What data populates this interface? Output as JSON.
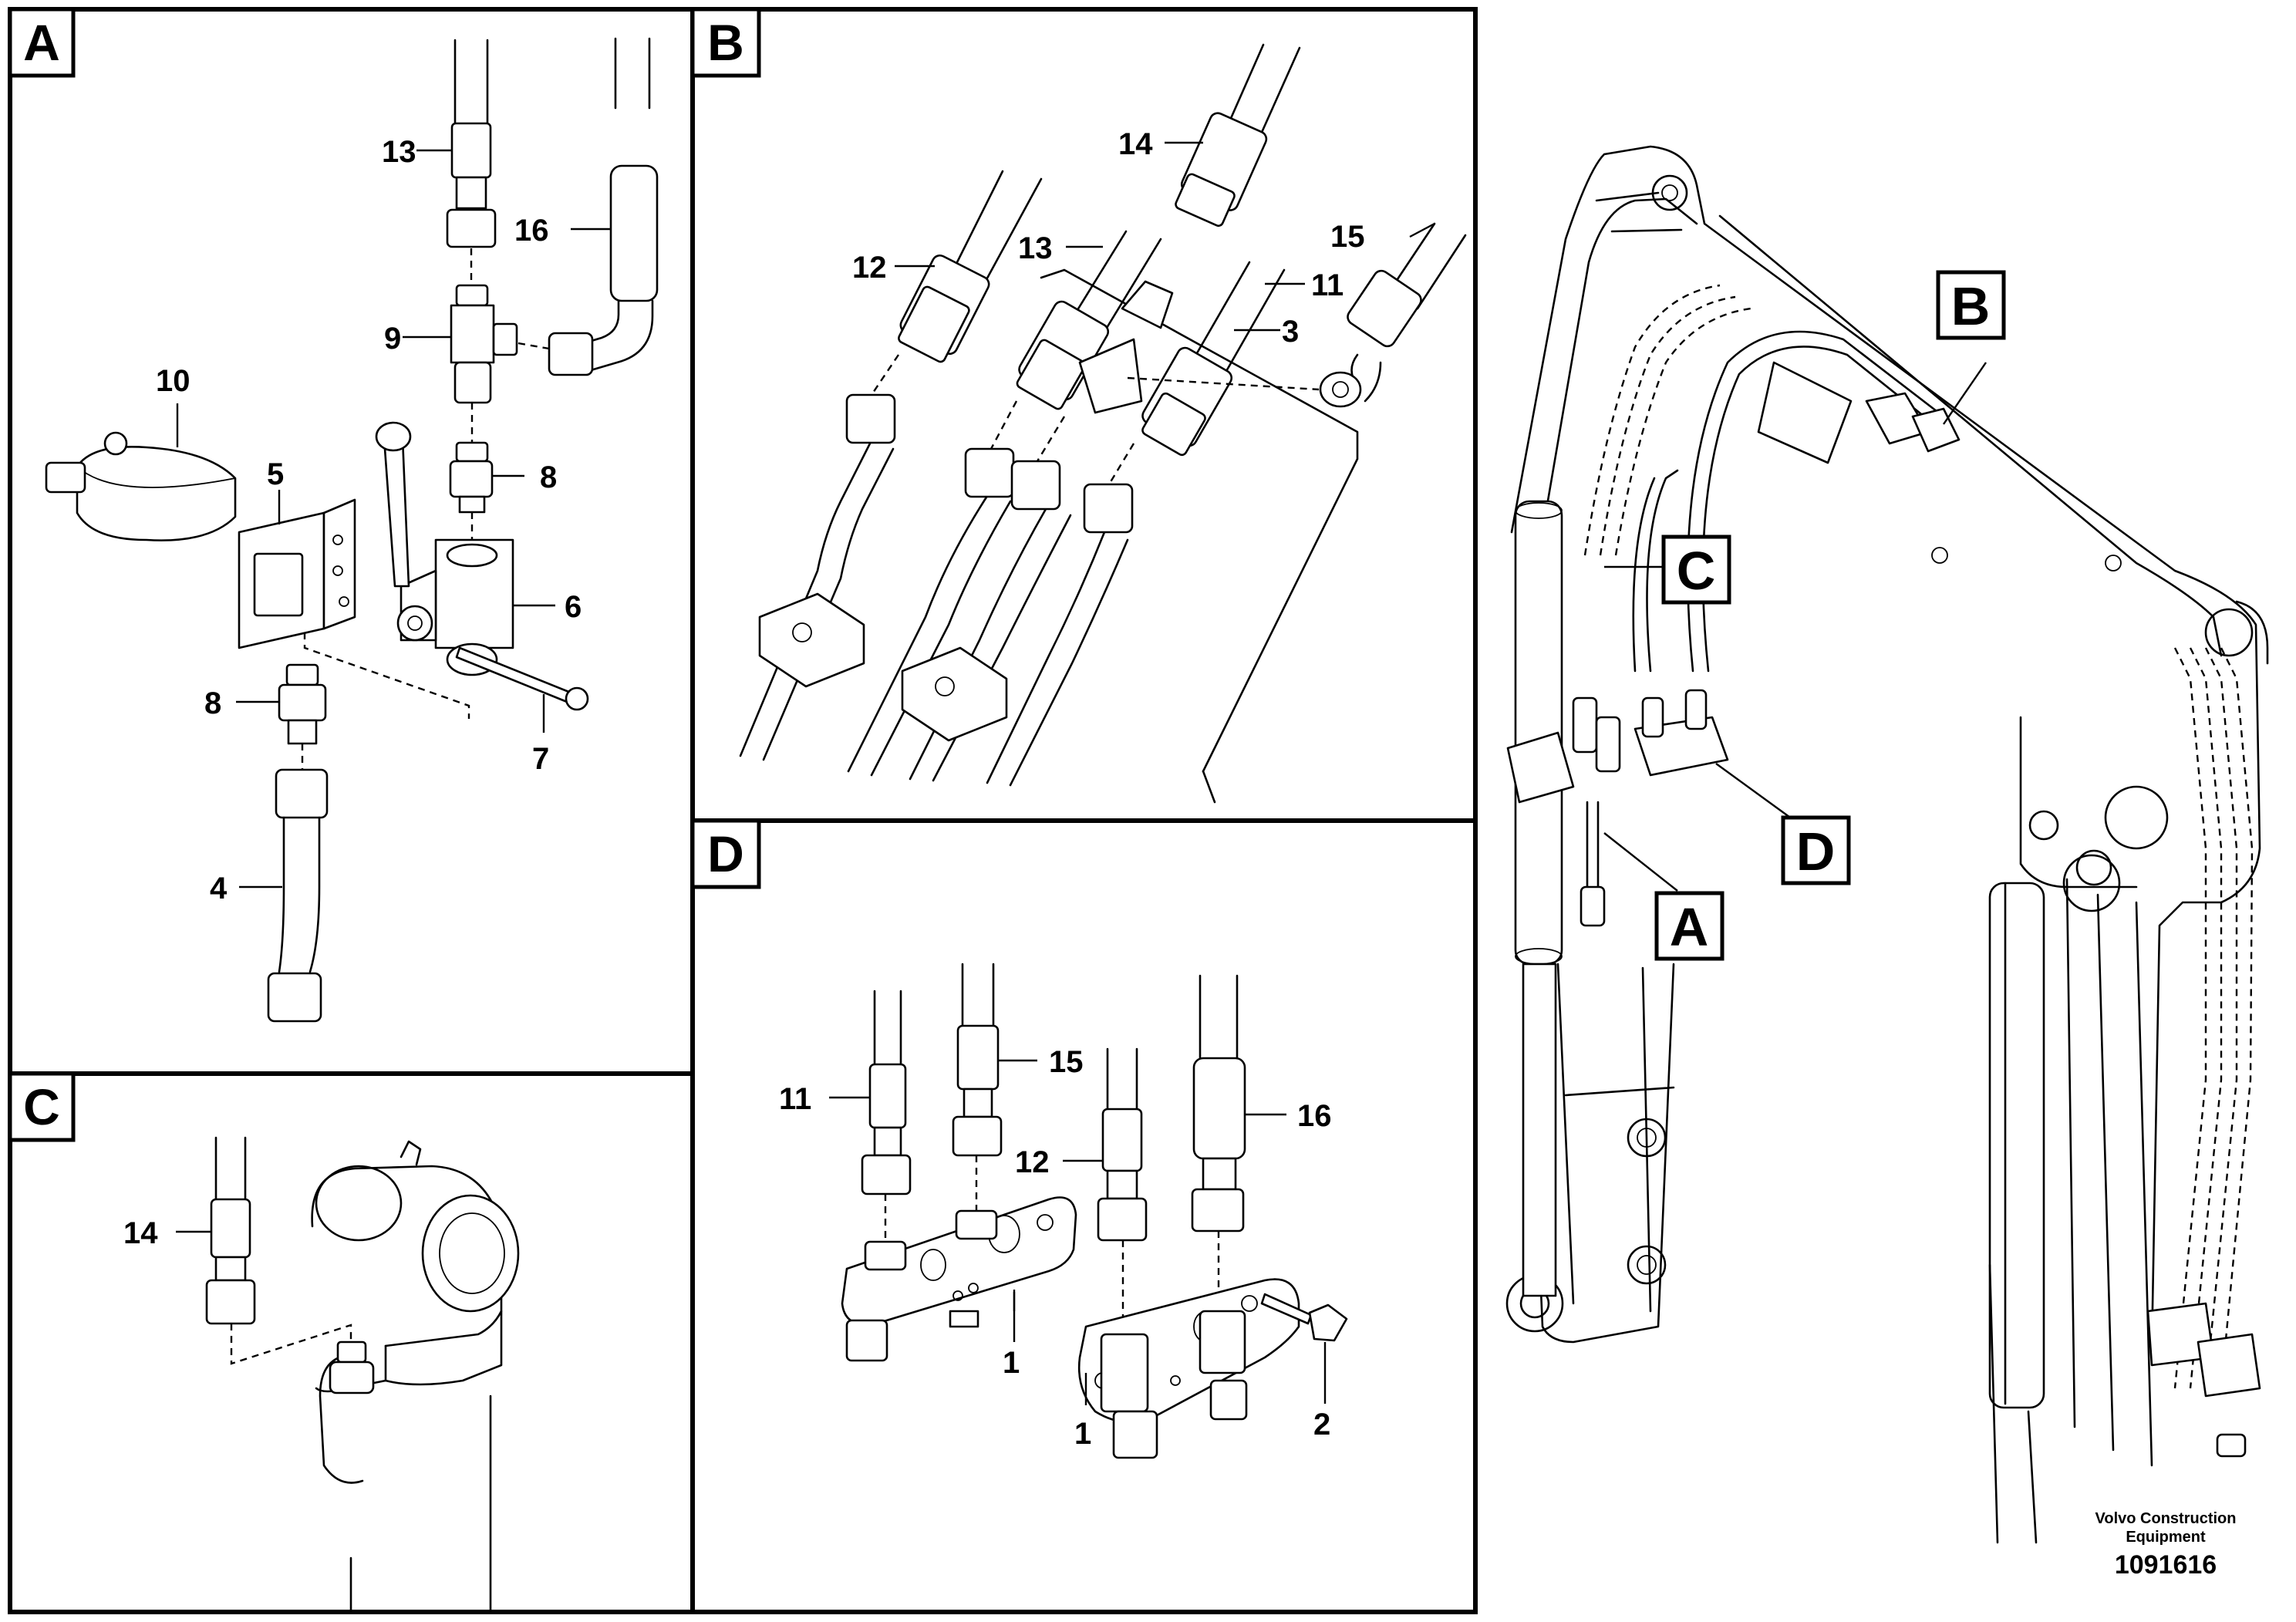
{
  "panels": [
    {
      "id": "A",
      "letter": "A"
    },
    {
      "id": "B",
      "letter": "B"
    },
    {
      "id": "C",
      "letter": "C"
    },
    {
      "id": "D",
      "letter": "D"
    }
  ],
  "callouts": {
    "a": "A",
    "b": "B",
    "c": "C",
    "d": "D"
  },
  "panel_a_labels": [
    "13",
    "16",
    "9",
    "10",
    "5",
    "8",
    "6",
    "8",
    "7",
    "4"
  ],
  "panel_b_labels": [
    "14",
    "15",
    "12",
    "13",
    "11",
    "3"
  ],
  "panel_c_labels": [
    "14"
  ],
  "panel_d_labels": [
    "11",
    "15",
    "12",
    "16",
    "1",
    "1",
    "2"
  ],
  "footer": {
    "brand_line1": "Volvo Construction",
    "brand_line2": "Equipment",
    "doc_number": "1091616"
  }
}
